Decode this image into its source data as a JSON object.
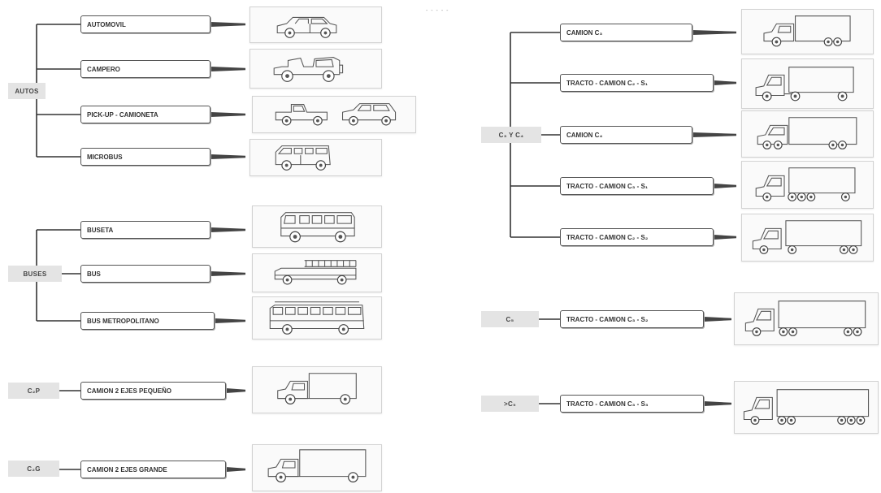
{
  "categories": {
    "autos": "AUTOS",
    "buses": "BUSES",
    "c2p": "C₂P",
    "c2g": "C₂G",
    "c3c4": "C₃ Y C₄",
    "c5": "C₅",
    "mc5": ">C₅"
  },
  "vehicles": {
    "automovil": "AUTOMOVIL",
    "campero": "CAMPERO",
    "pickup": "PICK-UP - CAMIONETA",
    "microbus": "MICROBUS",
    "buseta": "BUSETA",
    "bus": "BUS",
    "bus_metro": "BUS METROPOLITANO",
    "camion_2_pequeno": "CAMION 2 EJES PEQUEÑO",
    "camion_2_grande": "CAMION 2 EJES GRANDE",
    "camion_c3": "CAMION C₃",
    "tracto_c2s1": "TRACTO - CAMION C₂ - S₁",
    "camion_c4": "CAMION C₄",
    "tracto_c3s1": "TRACTO - CAMION C₃ - S₁",
    "tracto_c2s2": "TRACTO - CAMION C₂ - S₂",
    "tracto_c3s2": "TRACTO - CAMION C₃ - S₂",
    "tracto_c3s3": "TRACTO - CAMION C₃ - S₃"
  },
  "header_dots": "- - - - -"
}
